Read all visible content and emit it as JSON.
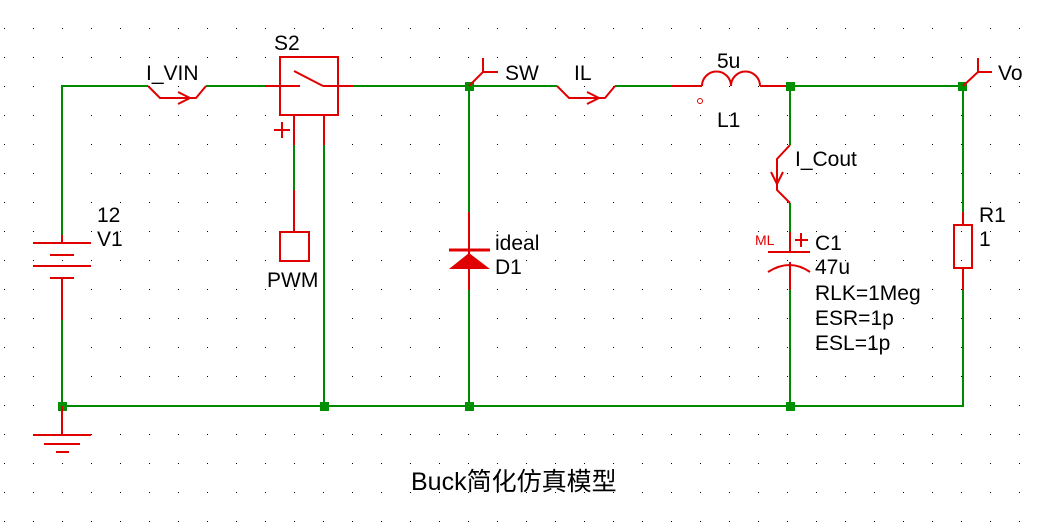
{
  "title": "Buck简化仿真模型",
  "colors": {
    "wire": "#008a00",
    "component": "#e00000",
    "junction": "#009000",
    "text": "#000000",
    "grid_dot": "#000000",
    "background": "#ffffff"
  },
  "components": {
    "V1": {
      "name": "V1",
      "value": "12",
      "type": "dc-voltage-source"
    },
    "S2": {
      "name": "S2",
      "type": "voltage-controlled-switch"
    },
    "PWM": {
      "name": "PWM",
      "type": "pwm-source"
    },
    "D1": {
      "name": "D1",
      "value": "ideal",
      "type": "diode"
    },
    "L1": {
      "name": "L1",
      "value": "5u",
      "type": "inductor"
    },
    "C1": {
      "name": "C1",
      "value": "47u",
      "tag": "ML",
      "params": [
        "RLK=1Meg",
        "ESR=1p",
        "ESL=1p"
      ],
      "type": "capacitor"
    },
    "R1": {
      "name": "R1",
      "value": "1",
      "type": "resistor"
    }
  },
  "current_probes": {
    "I_VIN": "I_VIN",
    "IL": "IL",
    "I_Cout": "I_Cout"
  },
  "net_labels": {
    "SW": "SW",
    "Vo": "Vo"
  },
  "switch_polarity": "+",
  "cap_polarity": "+"
}
